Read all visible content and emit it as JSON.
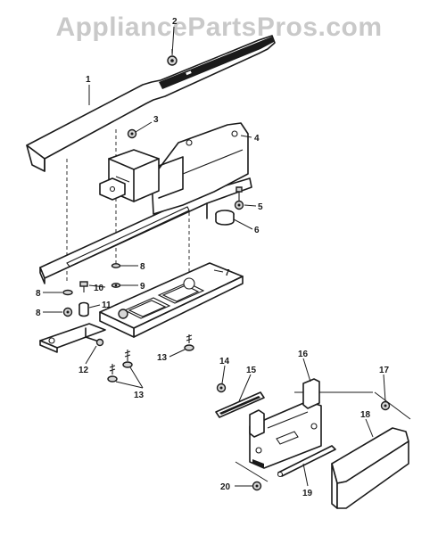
{
  "watermark": "AppliancePartsPros.com",
  "callouts": [
    {
      "id": "c1",
      "label": "1"
    },
    {
      "id": "c2",
      "label": "2"
    },
    {
      "id": "c3",
      "label": "3"
    },
    {
      "id": "c4",
      "label": "4"
    },
    {
      "id": "c5",
      "label": "5"
    },
    {
      "id": "c6",
      "label": "6"
    },
    {
      "id": "c7",
      "label": "7"
    },
    {
      "id": "c8a",
      "label": "8"
    },
    {
      "id": "c8b",
      "label": "8"
    },
    {
      "id": "c8c",
      "label": "8"
    },
    {
      "id": "c9",
      "label": "9"
    },
    {
      "id": "c10",
      "label": "10"
    },
    {
      "id": "c11",
      "label": "11"
    },
    {
      "id": "c12",
      "label": "12"
    },
    {
      "id": "c13a",
      "label": "13"
    },
    {
      "id": "c13b",
      "label": "13"
    },
    {
      "id": "c14",
      "label": "14"
    },
    {
      "id": "c15",
      "label": "15"
    },
    {
      "id": "c16",
      "label": "16"
    },
    {
      "id": "c17",
      "label": "17"
    },
    {
      "id": "c18",
      "label": "18"
    },
    {
      "id": "c19",
      "label": "19"
    },
    {
      "id": "c20",
      "label": "20"
    }
  ]
}
